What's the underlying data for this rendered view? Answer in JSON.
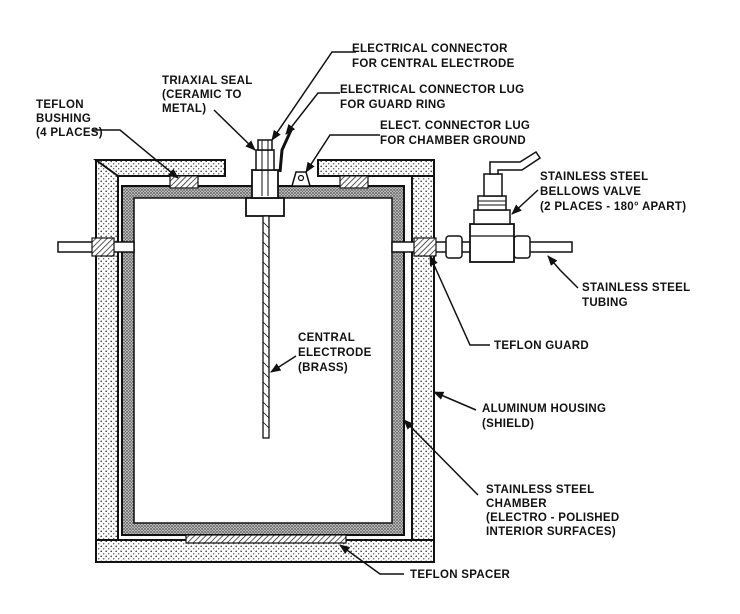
{
  "labels": {
    "connector_central": [
      "ELECTRICAL CONNECTOR",
      "FOR CENTRAL ELECTRODE"
    ],
    "triaxial_seal": [
      "TRIAXIAL SEAL",
      "(CERAMIC TO",
      "METAL)"
    ],
    "connector_lug_guard": [
      "ELECTRICAL CONNECTOR LUG",
      "FOR GUARD RING"
    ],
    "teflon_bushing": [
      "TEFLON",
      "BUSHING",
      "(4 PLACES)"
    ],
    "connector_lug_ground": [
      "ELECT. CONNECTOR LUG",
      "FOR CHAMBER GROUND"
    ],
    "bellows_valve": [
      "STAINLESS STEEL",
      "BELLOWS VALVE",
      "(2 PLACES - 180° APART)"
    ],
    "tubing": [
      "STAINLESS STEEL",
      "TUBING"
    ],
    "central_electrode": [
      "CENTRAL",
      "ELECTRODE",
      "(BRASS)"
    ],
    "teflon_guard": [
      "TEFLON GUARD"
    ],
    "aluminum_housing": [
      "ALUMINUM HOUSING",
      "(SHIELD)"
    ],
    "ss_chamber": [
      "STAINLESS STEEL",
      "CHAMBER",
      "(ELECTRO - POLISHED",
      "INTERIOR SURFACES)"
    ],
    "teflon_spacer": [
      "TEFLON SPACER"
    ]
  },
  "colors": {
    "line": "#111111",
    "paper": "#ffffff",
    "stipple": "#555555"
  }
}
